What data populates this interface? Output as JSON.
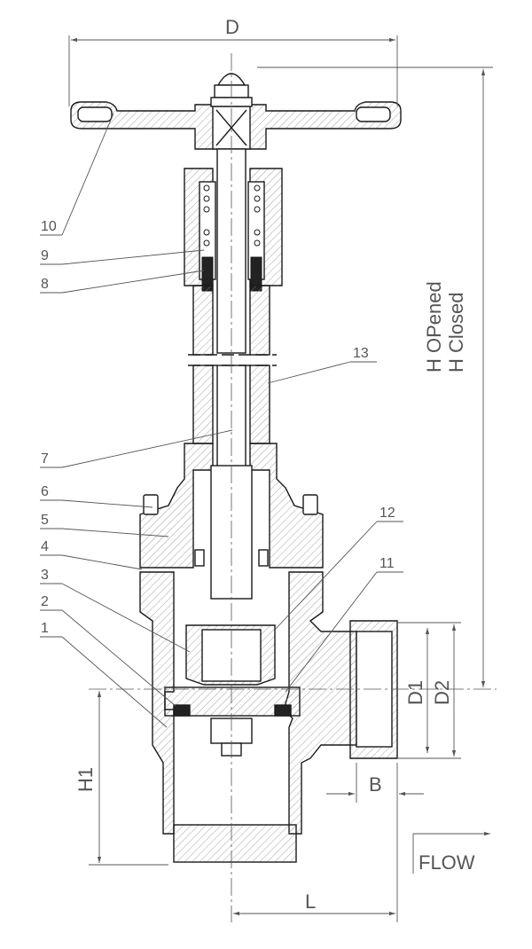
{
  "dimensions": {
    "D": "D",
    "D1": "D1",
    "D2": "D2",
    "H1": "H1",
    "B": "B",
    "L": "L",
    "H_opened": "H OPened",
    "H_closed": "H Closed"
  },
  "flow_label": "FLOW",
  "part_numbers": [
    "1",
    "2",
    "3",
    "4",
    "5",
    "6",
    "7",
    "8",
    "9",
    "10",
    "11",
    "12",
    "13"
  ],
  "colors": {
    "line": "#1a1a1a",
    "hatch": "#777777",
    "dim": "#555555",
    "text": "#555555"
  }
}
